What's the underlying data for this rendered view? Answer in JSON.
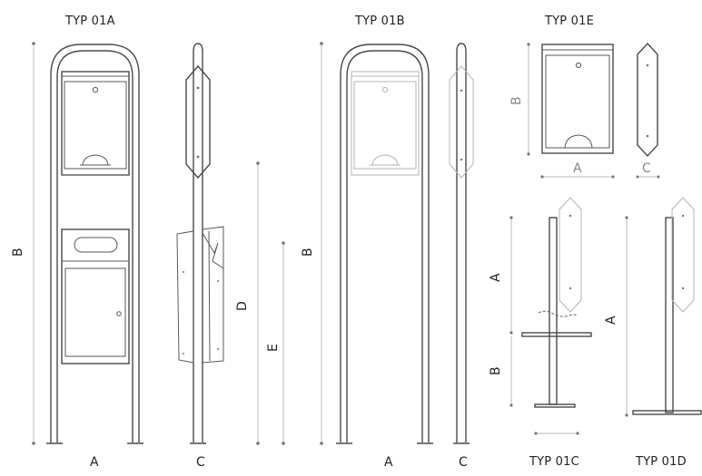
{
  "titles": {
    "typ_01a": "TYP 01A",
    "typ_01b": "TYP 01B",
    "typ_01e": "TYP 01E",
    "typ_01c": "TYP 01C",
    "typ_01d": "TYP 01D"
  },
  "dimension_labels": {
    "a": "A",
    "b": "B",
    "c": "C",
    "d": "D",
    "e": "E"
  },
  "colors": {
    "line": "#4a4a4a",
    "light_line": "#b4b4b4",
    "dimension_line": "#bdbdbd"
  }
}
